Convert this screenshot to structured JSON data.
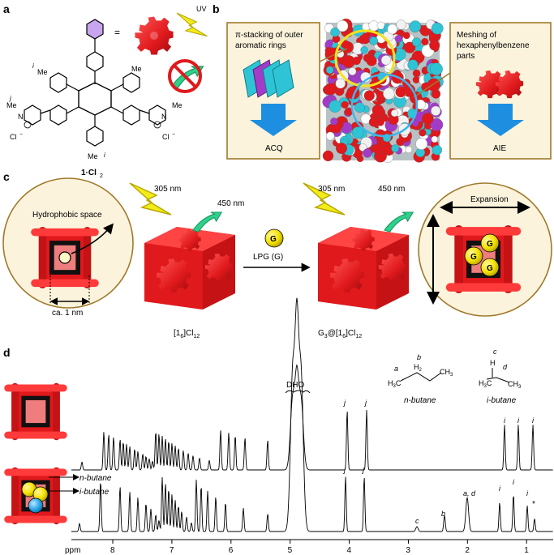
{
  "panels": {
    "a": {
      "label": "a",
      "equals": "=",
      "uv": "UV",
      "me_i_left": "Me",
      "me_right": "Me",
      "idx_i1": "i",
      "idx_i2": "i",
      "idx_j": "j",
      "me_n_left": "Me",
      "me_n_right": "Me",
      "n_left": "N",
      "n_right": "N",
      "cl_left": "Cl",
      "cl_right": "Cl",
      "plus": "+",
      "minus": "−",
      "me_bottom": "Me",
      "compound": "1·Cl",
      "compound_sub": "2"
    },
    "b": {
      "label": "b",
      "left_box_title": "π-stacking of outer aromatic rings",
      "left_box_result": "ACQ",
      "right_box_title": "Meshing of hexaphenylbenzene parts",
      "right_box_result": "AIE"
    },
    "c": {
      "label": "c",
      "hydrophobic": "Hydrophobic space",
      "size": "ca. 1 nm",
      "exc_left": "305 nm",
      "em_left": "450 nm",
      "guest_symbol": "G",
      "guest_label": "LPG (G)",
      "exc_right": "305 nm",
      "em_right": "450 nm",
      "expansion": "Expansion",
      "cage_label": "[1",
      "cage_sub6": "6",
      "cage_cl": "]Cl",
      "cage_sub12": "12",
      "complex_prefix": "G",
      "complex_sub3": "3",
      "complex_mid": "@[1",
      "complex_sub6": "6",
      "complex_cl": "]Cl",
      "complex_sub12": "12"
    },
    "d": {
      "label": "d",
      "dho": "DHO",
      "n_butane": "n-butane",
      "i_butane": "i-butane",
      "arrow_n": "n-butane",
      "arrow_i": "i-butane",
      "ppm": "ppm",
      "ticks": [
        "8",
        "7",
        "6",
        "5",
        "4",
        "3",
        "2",
        "1"
      ],
      "peak_labels_top": [
        "j",
        "j",
        "i",
        "i",
        "i"
      ],
      "peak_labels_bottom": [
        "j",
        "j",
        "c",
        "b",
        "a, d",
        "i",
        "i",
        "i",
        "*"
      ],
      "nb_a": "a",
      "nb_b": "b",
      "nb_h2": "H",
      "nb_h2sub": "2",
      "nb_h3c": "H",
      "nb_h3c_sub": "3",
      "nb_c": "C",
      "nb_ch3": "CH",
      "nb_ch3_sub": "3",
      "ib_c": "c",
      "ib_d": "d",
      "ib_h": "H",
      "ib_h3c": "H",
      "ib_h3c_sub": "3",
      "ib_c2": "C",
      "ib_ch3": "CH",
      "ib_ch3_sub": "3"
    }
  },
  "colors": {
    "cage_red": "#e0191c",
    "cage_dark": "#a00f12",
    "beige_box": "#fbf3dc",
    "box_border": "#a07a2c",
    "blue_arrow": "#1e8fe0",
    "cyan": "#2ec4d6",
    "magenta": "#a23cc8",
    "yellow": "#f3e21e",
    "green": "#2fd08b",
    "guest_yellow": "#f4e200",
    "guest_blue": "#2ba7e8"
  }
}
